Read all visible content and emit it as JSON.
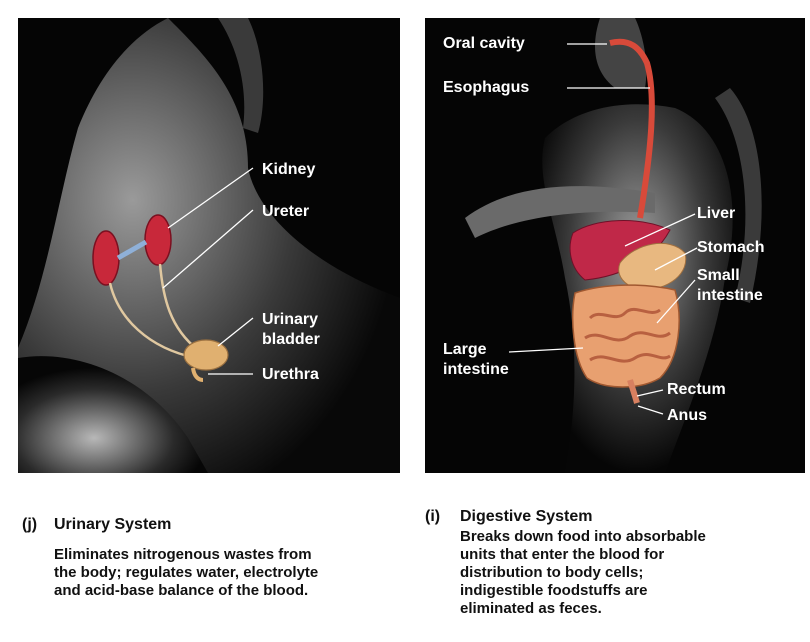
{
  "urinary": {
    "letter": "(j)",
    "title": "Urinary System",
    "description": "Eliminates nitrogenous wastes from\nthe body; regulates water, electrolyte\nand acid-base balance of the blood.",
    "labels": {
      "kidney": "Kidney",
      "ureter": "Ureter",
      "bladder": "Urinary\nbladder",
      "urethra": "Urethra"
    }
  },
  "digestive": {
    "letter": "(i)",
    "title": "Digestive System",
    "description": "Breaks down food into absorbable\nunits that enter the blood for\ndistribution to body cells;\nindigestible foodstuffs are\neliminated as feces.",
    "labels": {
      "oral_cavity": "Oral cavity",
      "esophagus": "Esophagus",
      "liver": "Liver",
      "stomach": "Stomach",
      "small_intestine": "Small\nintestine",
      "large_intestine": "Large\nintestine",
      "rectum": "Rectum",
      "anus": "Anus"
    }
  },
  "colors": {
    "background": "#050505",
    "label": "#ffffff",
    "kidney": "#c8283a",
    "bladder": "#e0b070",
    "esophagus": "#d84a3a",
    "liver": "#c02848",
    "stomach": "#e8b880",
    "intestine": "#e8a070"
  }
}
